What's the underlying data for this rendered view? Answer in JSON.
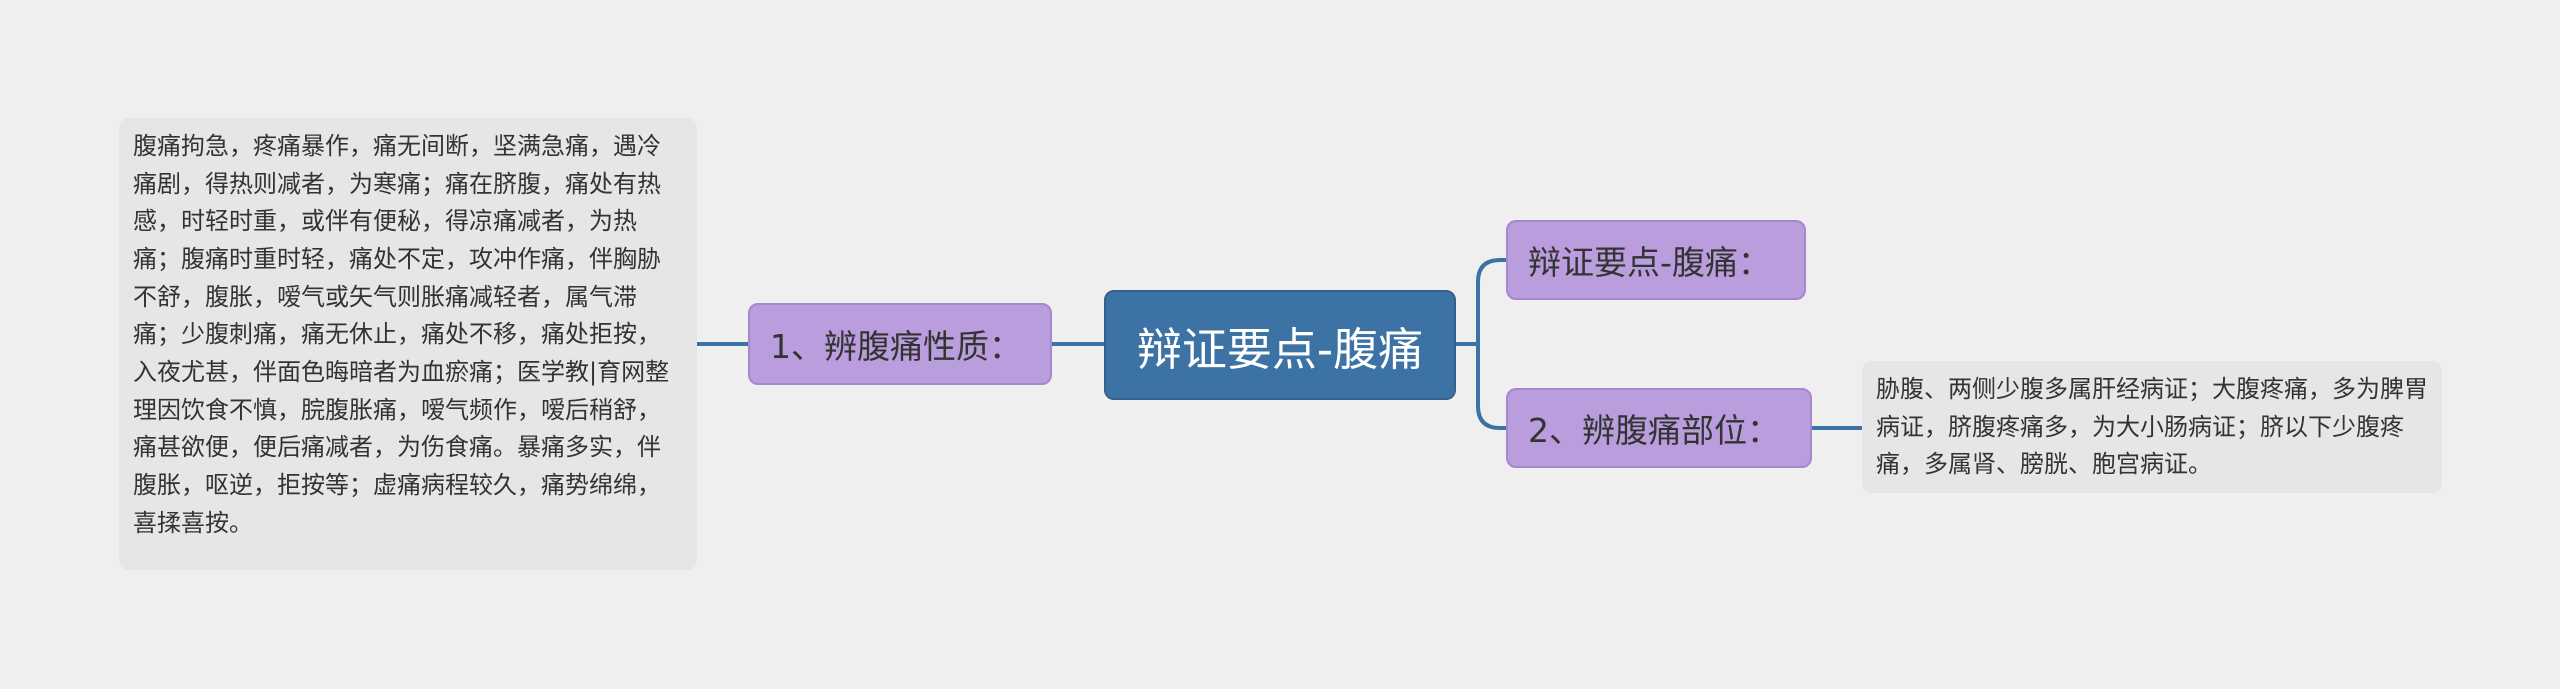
{
  "colors": {
    "background": "#efefef",
    "root_fill": "#3d72a4",
    "branch_fill": "#b99ddc",
    "leaf_fill": "#e6e6e6",
    "connector": "#3d72a4"
  },
  "mindmap": {
    "root": {
      "label": "辩证要点-腹痛"
    },
    "left_branch": {
      "label": "1、辨腹痛性质：",
      "detail": "腹痛拘急，疼痛暴作，痛无间断，坚满急痛，遇冷痛剧，得热则减者，为寒痛；痛在脐腹，痛处有热感，时轻时重，或伴有便秘，得凉痛减者，为热痛；腹痛时重时轻，痛处不定，攻冲作痛，伴胸胁不舒，腹胀，嗳气或矢气则胀痛减轻者，属气滞痛；少腹刺痛，痛无休止，痛处不移，痛处拒按，入夜尤甚，伴面色晦暗者为血瘀痛；医学教|育网整理因饮食不慎，脘腹胀痛，嗳气频作，嗳后稍舒，痛甚欲便，便后痛减者，为伤食痛。暴痛多实，伴腹胀，呕逆，拒按等；虚痛病程较久，痛势绵绵，喜揉喜按。"
    },
    "right_branch_top": {
      "label": "辩证要点-腹痛："
    },
    "right_branch_bottom": {
      "label": "2、辨腹痛部位：",
      "detail": "胁腹、两侧少腹多属肝经病证；大腹疼痛，多为脾胃病证，脐腹疼痛多，为大小肠病证；脐以下少腹疼痛，多属肾、膀胱、胞宫病证。"
    }
  }
}
